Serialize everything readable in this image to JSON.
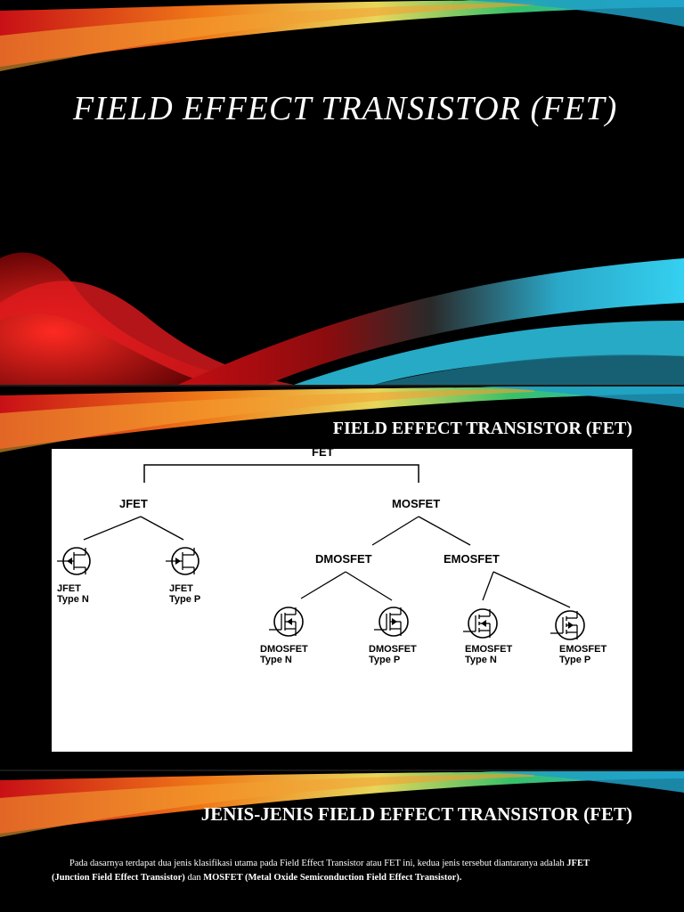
{
  "slide1": {
    "title": "FIELD EFFECT TRANSISTOR (FET)"
  },
  "slide2": {
    "title": "FIELD EFFECT TRANSISTOR (FET)",
    "diagram": {
      "root": "FET",
      "jfet": "JFET",
      "mosfet": "MOSFET",
      "dmosfet": "DMOSFET",
      "emosfet": "EMOSFET",
      "leaves": [
        {
          "line1": "JFET",
          "line2": "Type N"
        },
        {
          "line1": "JFET",
          "line2": "Type P"
        },
        {
          "line1": "DMOSFET",
          "line2": "Type N"
        },
        {
          "line1": "DMOSFET",
          "line2": "Type P"
        },
        {
          "line1": "EMOSFET",
          "line2": "Type N"
        },
        {
          "line1": "EMOSFET",
          "line2": "Type P"
        }
      ]
    }
  },
  "slide3": {
    "title": "JENIS-JENIS FIELD EFFECT TRANSISTOR (FET)",
    "paragraph": {
      "p1": "Pada dasarnya terdapat dua jenis klasifikasi utama pada Field Effect Transistor atau FET ini, kedua jenis tersebut diantaranya adalah ",
      "b1": "JFET (Junction Field Effect Transistor)",
      "p2": " dan ",
      "b2": "MOSFET (Metal Oxide Semiconduction Field Effect Transistor).",
      "p3": ""
    }
  },
  "colors": {
    "background": "#000000",
    "text": "#ffffff",
    "accent_red": "#d8141a",
    "accent_orange": "#f08a1c",
    "accent_cyan": "#2fc6e8",
    "accent_green": "#3ac26a"
  }
}
